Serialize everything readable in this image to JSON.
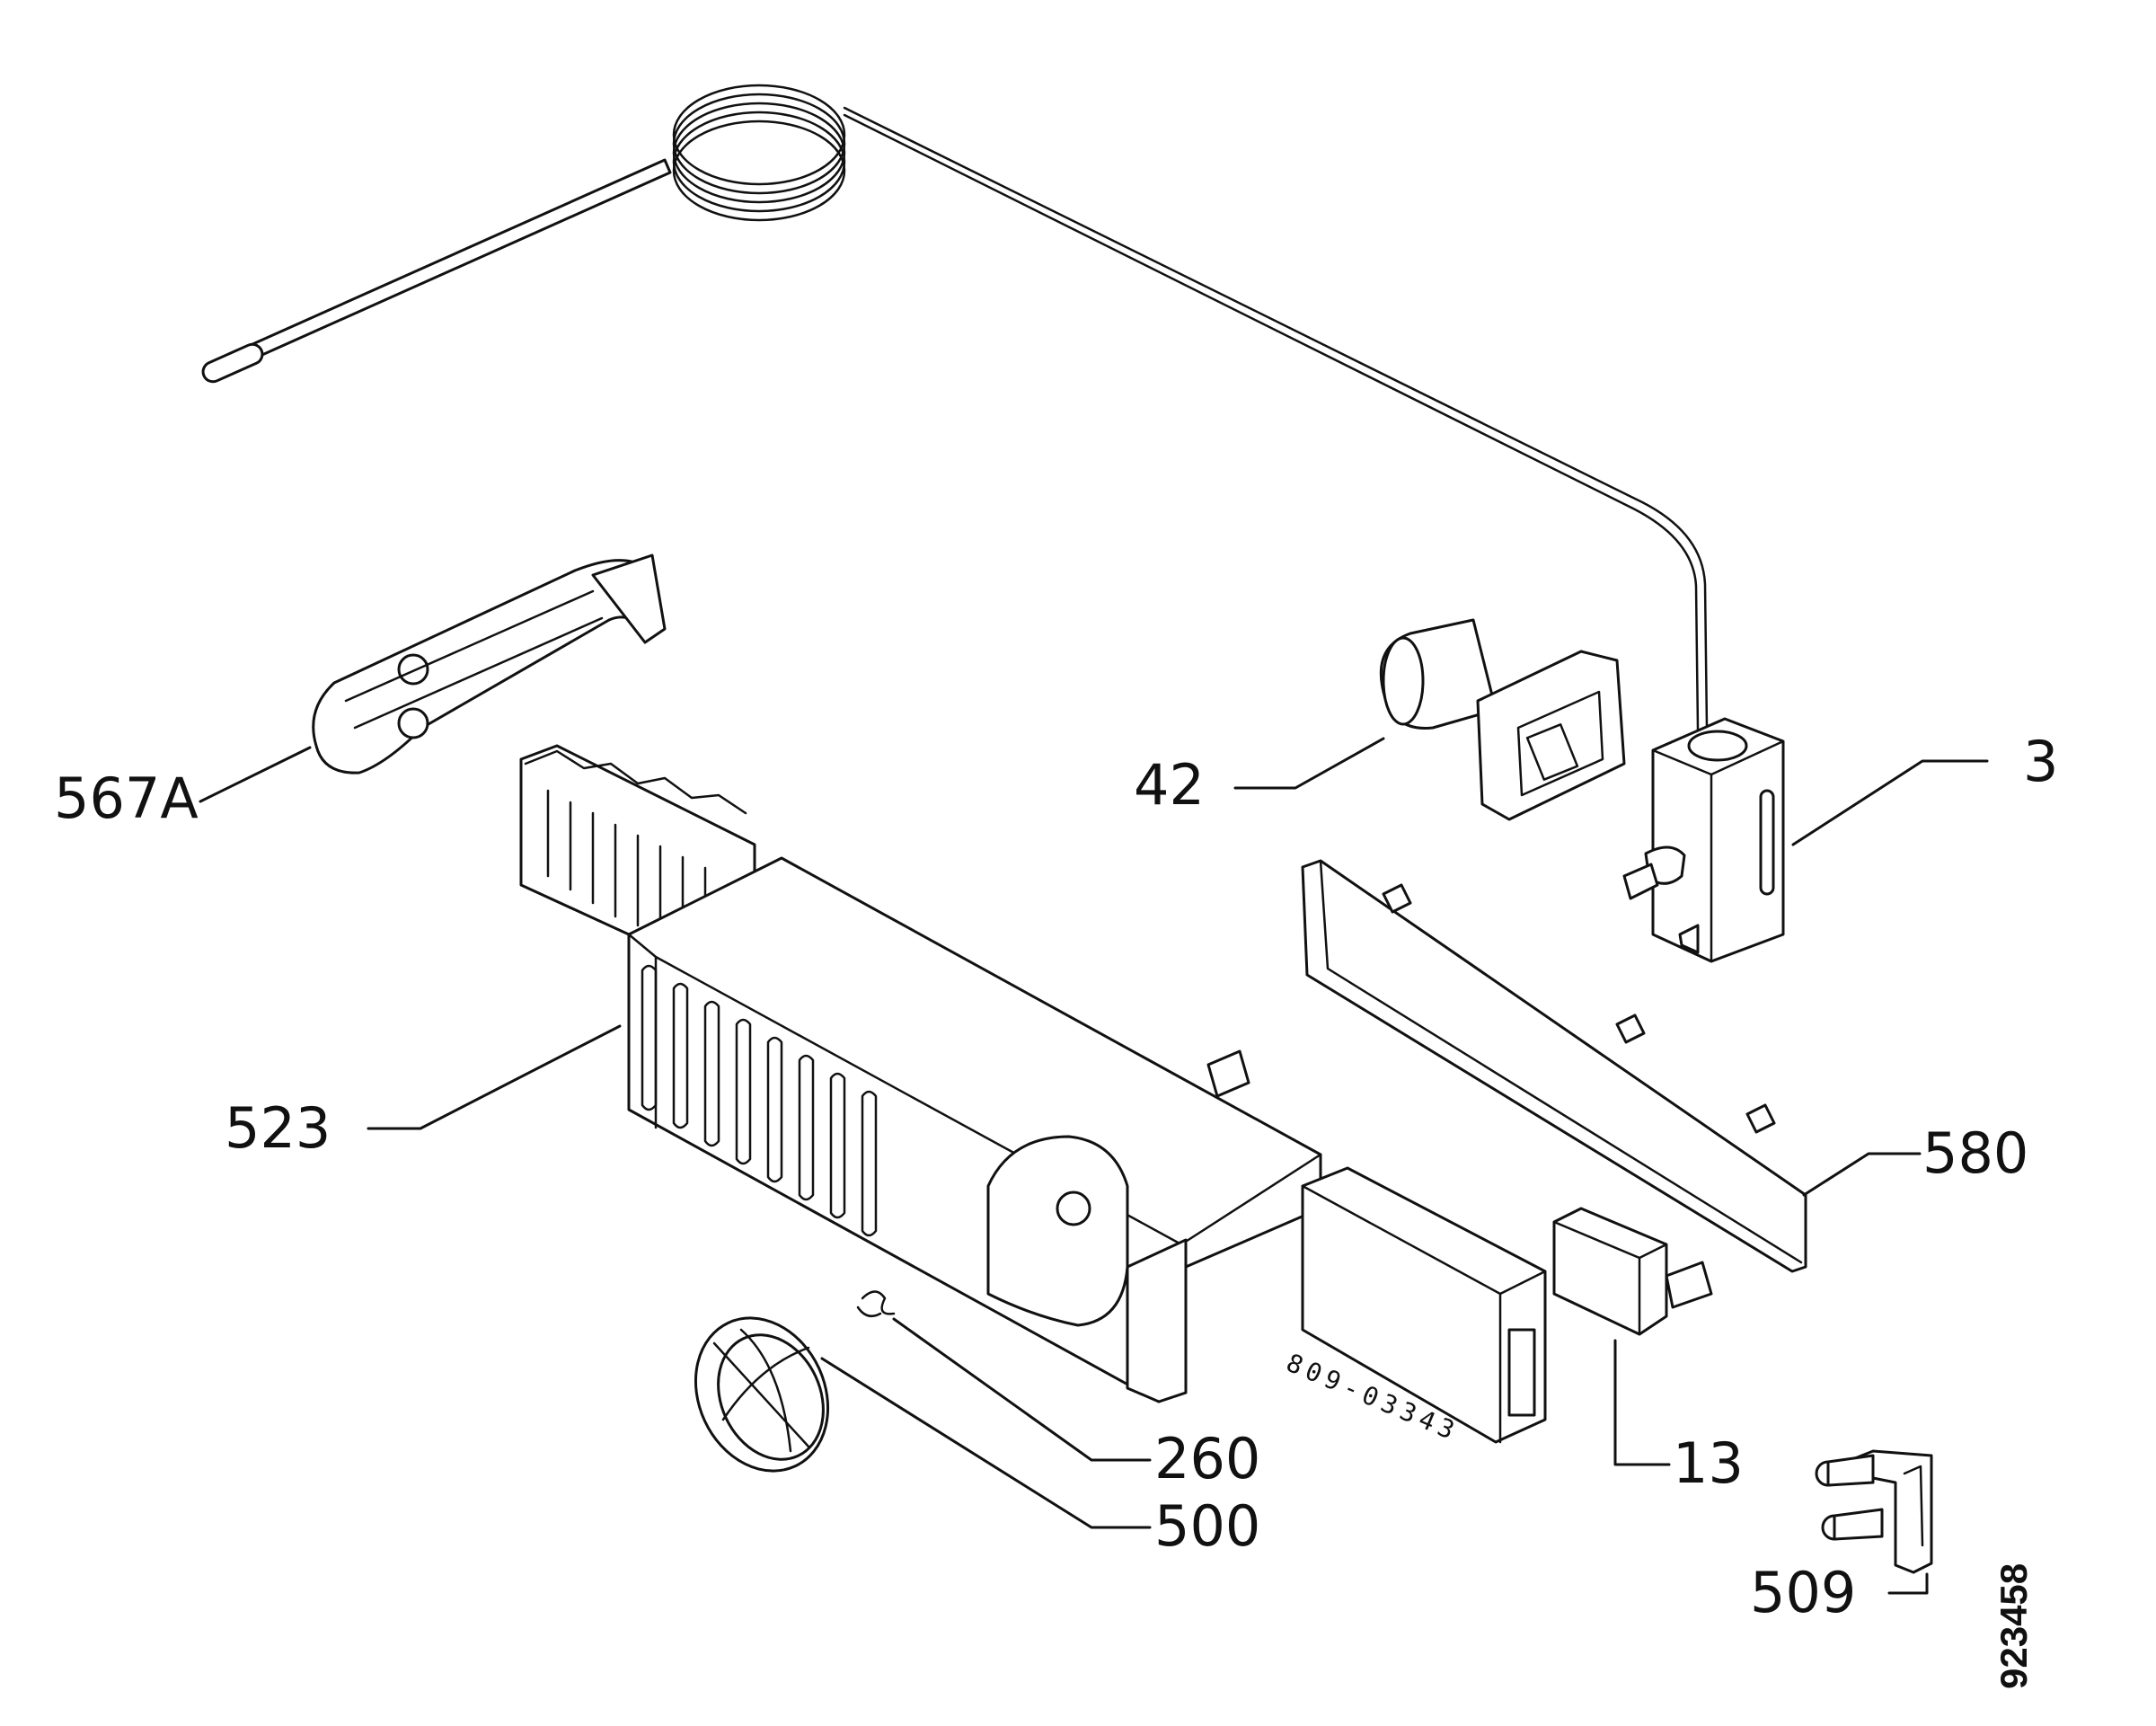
{
  "parts": [
    {
      "id": "p567a",
      "label": "567A"
    },
    {
      "id": "p42",
      "label": "42"
    },
    {
      "id": "p3",
      "label": "3"
    },
    {
      "id": "p523",
      "label": "523"
    },
    {
      "id": "p580",
      "label": "580"
    },
    {
      "id": "p260",
      "label": "260"
    },
    {
      "id": "p13",
      "label": "13"
    },
    {
      "id": "p500",
      "label": "500"
    },
    {
      "id": "p509",
      "label": "509"
    }
  ],
  "housing_stamp": "809-03343",
  "document_number": "923458"
}
